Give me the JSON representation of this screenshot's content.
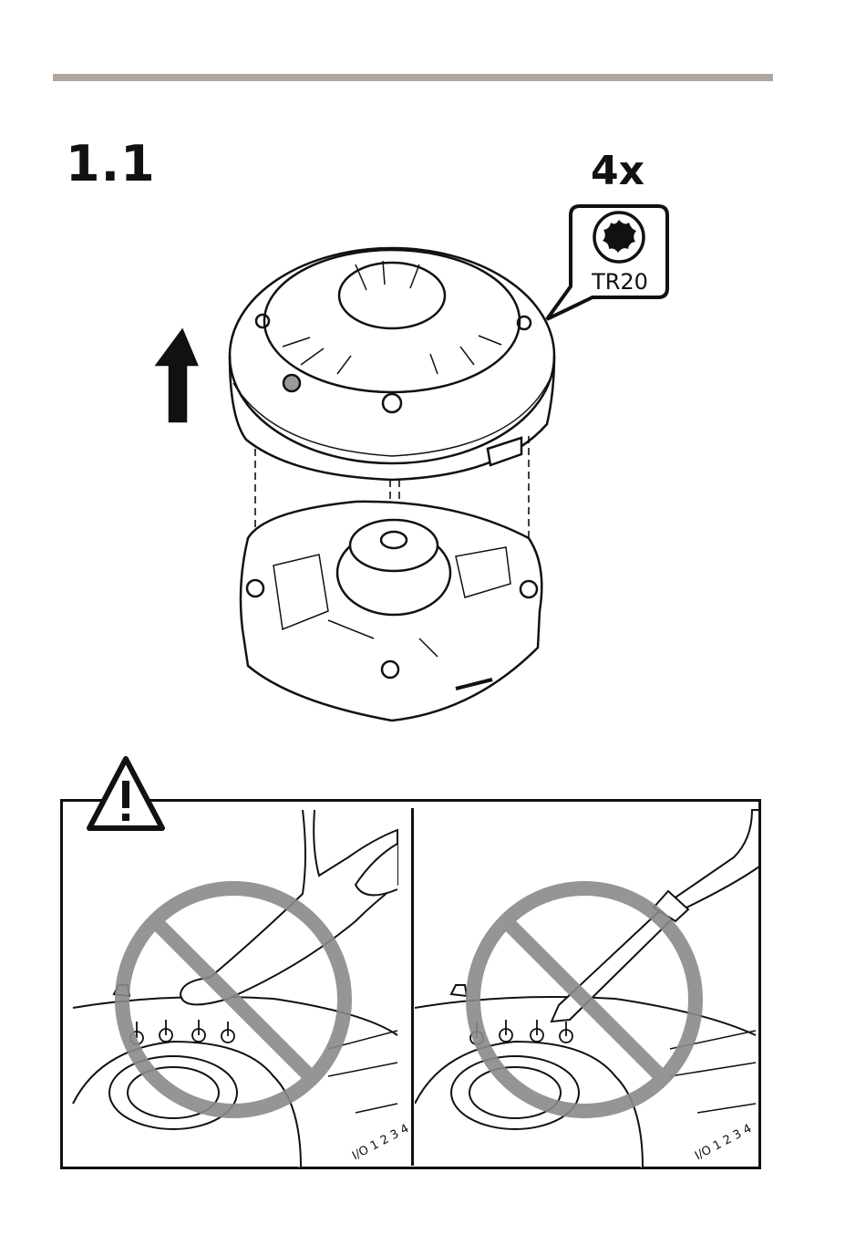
{
  "header": {
    "step_number": "1.1"
  },
  "tool": {
    "quantity": "4x",
    "bit_label": "TR20"
  },
  "warning_panels": {
    "left": {
      "io_label": "I/O",
      "pins": "1 2 3 4"
    },
    "right": {
      "io_label": "I/O",
      "pins": "1 2 3 4"
    }
  },
  "colors": {
    "rule": "#b3a49b",
    "prohibition": "#8a8a8a",
    "line": "#111111"
  }
}
